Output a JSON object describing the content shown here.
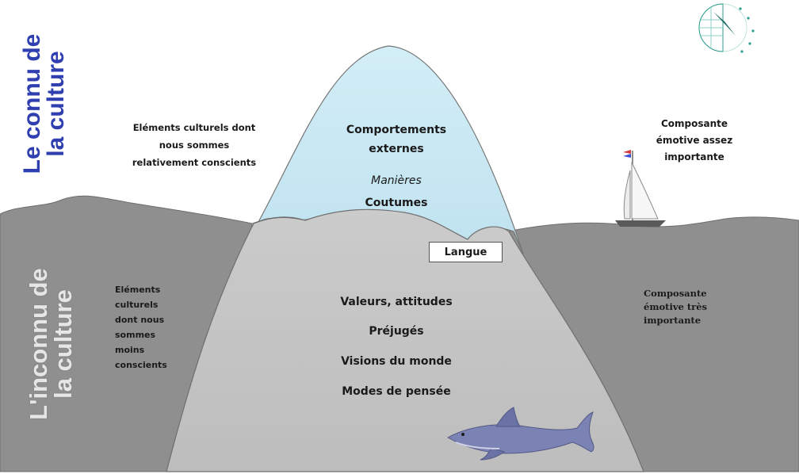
{
  "titles": {
    "known": "Le connu de\nla culture",
    "unknown": "L'inconnu de\nla culture"
  },
  "known_elements_label": "Eléments culturels dont nous sommes relativement conscients",
  "known_emotive_label": "Composante émotive assez importante",
  "unknown_elements_label": "Eléments culturels dont nous sommes moins conscients",
  "unknown_emotive_label": "Composante émotive très importante",
  "iceberg_tip_items": [
    "Comportements",
    "externes",
    "Manières",
    "Coutumes"
  ],
  "language_label": "Langue",
  "iceberg_deep_items": [
    "Valeurs, attitudes",
    "Préjugés",
    "Visions du monde",
    "Modes de pensée"
  ],
  "colors": {
    "iceberg_tip": "#c6e6f1",
    "iceberg_body": "#c3c3c3",
    "sea": "#8e8e8e",
    "known_title": "#2f3fb0",
    "shark": "#7b82b4",
    "compass": "#2a9d8f"
  },
  "icons": [
    "compass-logo-icon",
    "sailboat-icon",
    "shark-icon"
  ]
}
